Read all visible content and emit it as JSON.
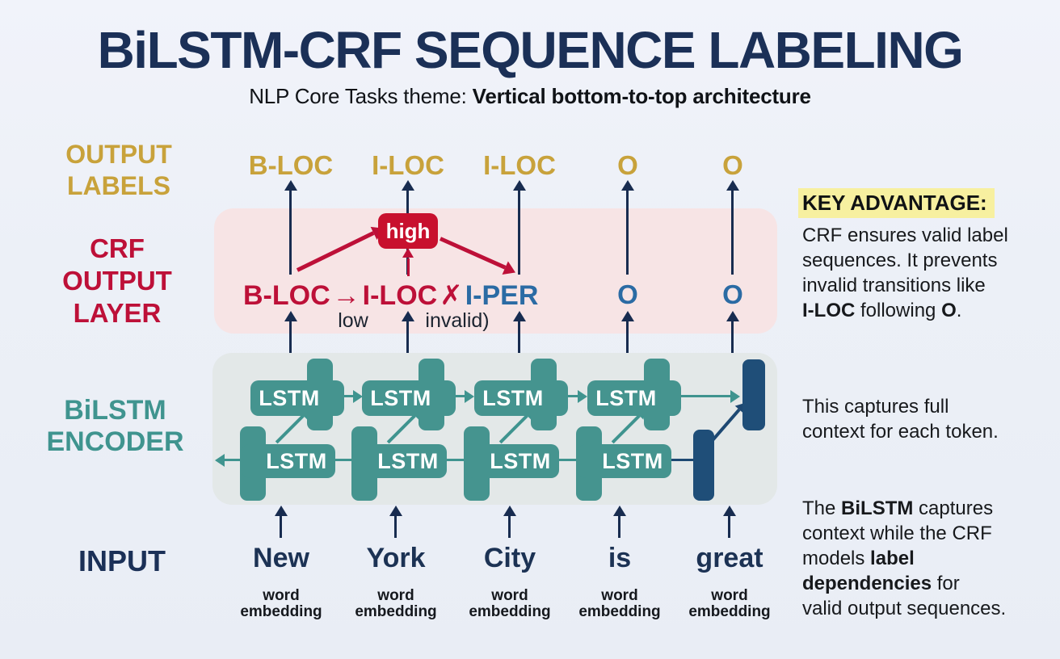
{
  "title": "BiLSTM-CRF SEQUENCE LABELING",
  "subtitle": {
    "prefix": "NLP Core Tasks theme: ",
    "bold": "Vertical bottom-to-top architecture"
  },
  "layers": {
    "output_labels": [
      "OUTPUT",
      "LABELS"
    ],
    "crf": [
      "CRF",
      "OUTPUT",
      "LAYER"
    ],
    "bilstm": [
      "BiLSTM",
      "ENCODER"
    ],
    "input": "INPUT"
  },
  "output_labels": [
    "B-LOC",
    "I-LOC",
    "I-LOC",
    "O",
    "O"
  ],
  "crf_layer": {
    "high_badge": "high",
    "low_label": "low",
    "invalid_label": "invalid)",
    "transition": {
      "from": "B-LOC",
      "arrow_glyph": "→",
      "mid": "I-LOC",
      "cross_glyph": "✗",
      "to": "I-PER"
    },
    "o_labels": [
      "O",
      "O"
    ]
  },
  "bilstm": {
    "lstm_label": "LSTM"
  },
  "input_row": {
    "tokens": [
      "New",
      "York",
      "City",
      "is",
      "great"
    ],
    "embedding_label": [
      "word",
      "embedding"
    ]
  },
  "notes": {
    "key_advantage": {
      "title": "KEY ADVANTAGE:",
      "line1": "CRF ensures valid label",
      "line2": "sequences. It prevents",
      "line3": "invalid transitions like",
      "line4": {
        "bold1": "I-LOC",
        "mid": " following ",
        "bold2": "O",
        "end": "."
      }
    },
    "context_note": {
      "line1": "This captures full",
      "line2": "context for each token."
    },
    "summary_note": {
      "line1": {
        "pre": "The ",
        "bold": "BiLSTM",
        "post": " captures"
      },
      "line2": "context while the CRF",
      "line3": {
        "pre": "models ",
        "bold": "label"
      },
      "line4": {
        "bold": "dependencies",
        "post": " for"
      },
      "line5": "valid output sequences."
    }
  },
  "colors": {
    "background": "#edf0f7",
    "title_navy": "#1b3057",
    "gold": "#c8a23b",
    "crimson": "#bd1038",
    "badge_red": "#c8102e",
    "teal": "#45948f",
    "steel_blue": "#2b6ba4",
    "navy_bar": "#1f4e78",
    "crf_box_pink": "#f7e4e5",
    "bilstm_box": "#e3e8e8",
    "highlight_yellow": "#f7f0a0"
  }
}
